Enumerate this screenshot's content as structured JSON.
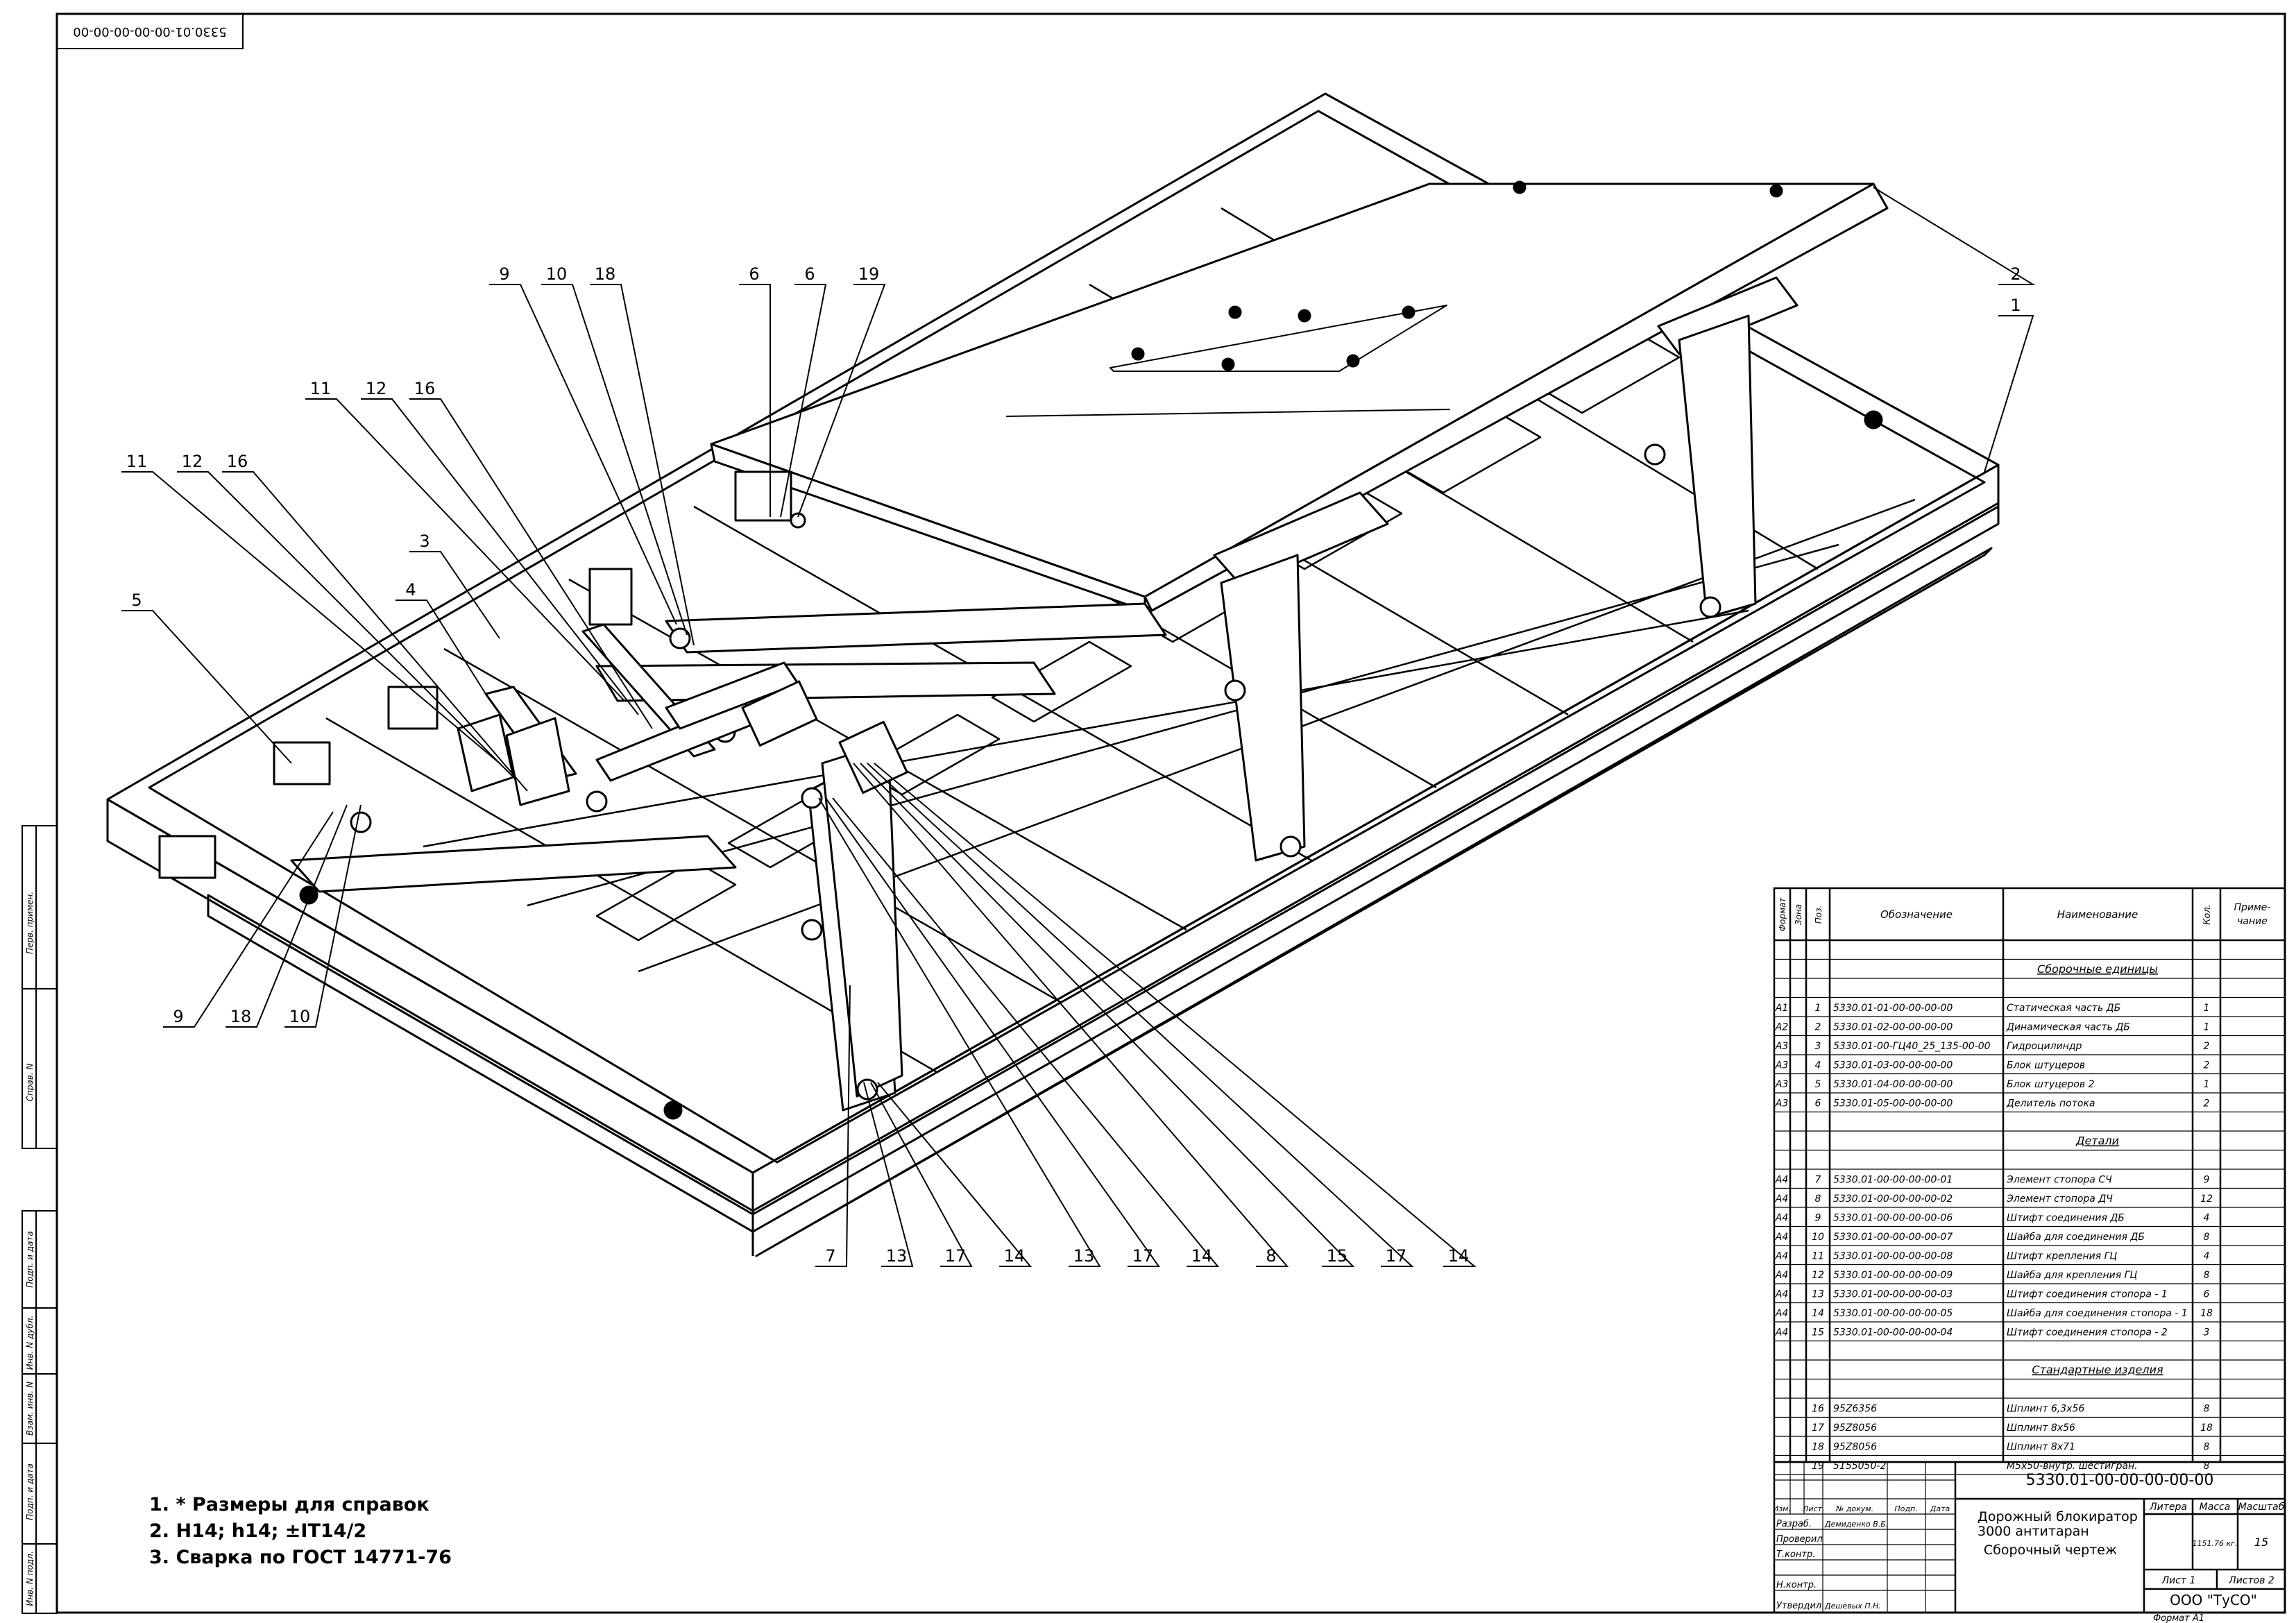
{
  "stamp_top": "5330.01-00-00-00-00-00",
  "callouts": [
    "9",
    "10",
    "18",
    "6",
    "6",
    "19",
    "2",
    "1",
    "11",
    "12",
    "16",
    "11",
    "12",
    "16",
    "3",
    "4",
    "5",
    "9",
    "18",
    "10",
    "7",
    "13",
    "17",
    "14",
    "13",
    "17",
    "14",
    "8",
    "15",
    "17",
    "14"
  ],
  "notes": [
    "1. * Размеры для справок",
    "2. H14; h14; ±IT14/2",
    "3. Сварка по ГОСТ 14771-76"
  ],
  "side_labels": [
    "Перв. примен.",
    "Справ. N",
    "Подп. и дата",
    "Инв. N дубл.",
    "Взам. инв. N",
    "Подп. и дата",
    "Инв. N подл."
  ],
  "spec": {
    "headers": {
      "format": "Формат",
      "zone": "Зона",
      "pos": "Поз.",
      "designation": "Обозначение",
      "name": "Наименование",
      "qty": "Кол.",
      "note": "Приме-\nчание"
    },
    "sections": {
      "assemblies": "Сборочные единицы",
      "parts": "Детали",
      "standard": "Стандартные изделия"
    },
    "assemblies": [
      {
        "fmt": "A1",
        "pos": "1",
        "des": "5330.01-01-00-00-00-00",
        "name": "Статическая часть ДБ",
        "qty": "1"
      },
      {
        "fmt": "A2",
        "pos": "2",
        "des": "5330.01-02-00-00-00-00",
        "name": "Динамическая часть ДБ",
        "qty": "1"
      },
      {
        "fmt": "A3",
        "pos": "3",
        "des": "5330.01-00-ГЦ40_25_135-00-00",
        "name": "Гидроцилиндр",
        "qty": "2"
      },
      {
        "fmt": "A3",
        "pos": "4",
        "des": "5330.01-03-00-00-00-00",
        "name": "Блок штуцеров",
        "qty": "2"
      },
      {
        "fmt": "A3",
        "pos": "5",
        "des": "5330.01-04-00-00-00-00",
        "name": "Блок штуцеров 2",
        "qty": "1"
      },
      {
        "fmt": "A3",
        "pos": "6",
        "des": "5330.01-05-00-00-00-00",
        "name": "Делитель потока",
        "qty": "2"
      }
    ],
    "parts": [
      {
        "fmt": "A4",
        "pos": "7",
        "des": "5330.01-00-00-00-00-01",
        "name": "Элемент стопора СЧ",
        "qty": "9"
      },
      {
        "fmt": "A4",
        "pos": "8",
        "des": "5330.01-00-00-00-00-02",
        "name": "Элемент стопора ДЧ",
        "qty": "12"
      },
      {
        "fmt": "A4",
        "pos": "9",
        "des": "5330.01-00-00-00-00-06",
        "name": "Штифт соединения ДБ",
        "qty": "4"
      },
      {
        "fmt": "A4",
        "pos": "10",
        "des": "5330.01-00-00-00-00-07",
        "name": "Шайба для соединения ДБ",
        "qty": "8"
      },
      {
        "fmt": "A4",
        "pos": "11",
        "des": "5330.01-00-00-00-00-08",
        "name": "Штифт крепления ГЦ",
        "qty": "4"
      },
      {
        "fmt": "A4",
        "pos": "12",
        "des": "5330.01-00-00-00-00-09",
        "name": "Шайба для крепления ГЦ",
        "qty": "8"
      },
      {
        "fmt": "A4",
        "pos": "13",
        "des": "5330.01-00-00-00-00-03",
        "name": "Штифт соединения стопора - 1",
        "qty": "6"
      },
      {
        "fmt": "A4",
        "pos": "14",
        "des": "5330.01-00-00-00-00-05",
        "name": "Шайба для соединения стопора - 1",
        "qty": "18"
      },
      {
        "fmt": "A4",
        "pos": "15",
        "des": "5330.01-00-00-00-00-04",
        "name": "Штифт соединения стопора - 2",
        "qty": "3"
      }
    ],
    "standard": [
      {
        "fmt": "",
        "pos": "16",
        "des": "95Z6356",
        "name": "Шплинт 6,3x56",
        "qty": "8"
      },
      {
        "fmt": "",
        "pos": "17",
        "des": "95Z8056",
        "name": "Шплинт 8x56",
        "qty": "18"
      },
      {
        "fmt": "",
        "pos": "18",
        "des": "95Z8056",
        "name": "Шплинт 8x71",
        "qty": "8"
      },
      {
        "fmt": "",
        "pos": "19",
        "des": "5155050-2",
        "name": "M5x50-внутр. шестигран.",
        "qty": "8"
      }
    ]
  },
  "title_block": {
    "doc_number": "5330.01-00-00-00-00-00",
    "title_line1": "Дорожный блокиратор",
    "title_line2": "3000 антитаран",
    "doc_type": "Сборочный чертеж",
    "col_headers": [
      "Изм.",
      "Лист",
      "№ докум.",
      "Подп.",
      "Дата"
    ],
    "roles": [
      "Разраб.",
      "Проверил",
      "Т.контр.",
      "",
      "Н.контр.",
      "Утвердил"
    ],
    "names": [
      "Демиденко В.Б.",
      "",
      "",
      "",
      "",
      "Дешевых П.Н."
    ],
    "litera": "Литера",
    "mass": "Масса",
    "scale_label": "Масштаб",
    "mass_value": "1151.76 кг.",
    "scale_value": "15",
    "sheet": "Лист 1",
    "sheets": "Листов 2",
    "org": "ООО \"ТуСО\"",
    "format": "Формат A1"
  }
}
